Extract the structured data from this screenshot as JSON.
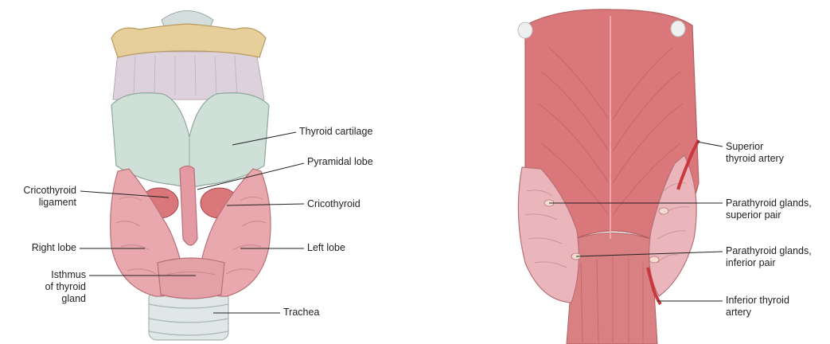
{
  "left_figure": {
    "labels": {
      "thyroid_cartilage": "Thyroid cartilage",
      "pyramidal_lobe": "Pyramidal lobe",
      "cricothyroid_ligament": "Cricothyroid\nligament",
      "cricothyroid": "Cricothyroid",
      "right_lobe": "Right lobe",
      "left_lobe": "Left lobe",
      "isthmus": "Isthmus\nof thyroid\ngland",
      "trachea": "Trachea"
    }
  },
  "right_figure": {
    "labels": {
      "superior_thyroid_artery": "Superior\nthyroid artery",
      "parathyroid_superior": "Parathyroid glands,\nsuperior pair",
      "parathyroid_inferior": "Parathyroid glands,\ninferior pair",
      "inferior_thyroid_artery": "Inferior thyroid\nartery"
    }
  },
  "colors": {
    "cartilage": "#cfe0d8",
    "hyoid": "#e7cf9c",
    "membrane": "#ddd2dc",
    "thyroid_gland": "#e8a8ae",
    "muscle": "#d9777a",
    "muscle_dark": "#b8575b",
    "trachea": "#e6ecec"
  }
}
